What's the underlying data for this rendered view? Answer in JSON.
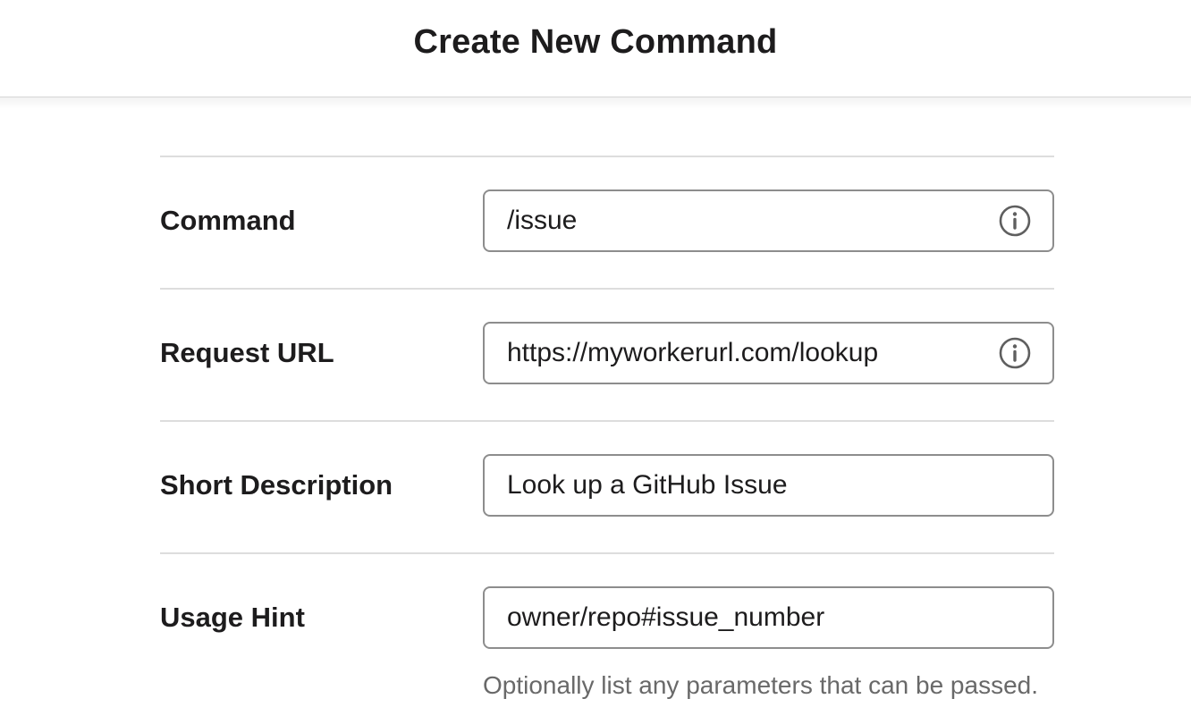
{
  "header": {
    "title": "Create New Command"
  },
  "form": {
    "fields": [
      {
        "label": "Command",
        "value": "/issue",
        "has_info_icon": true
      },
      {
        "label": "Request URL",
        "value": "https://myworkerurl.com/lookup",
        "has_info_icon": true
      },
      {
        "label": "Short Description",
        "value": "Look up a GitHub Issue",
        "has_info_icon": false
      },
      {
        "label": "Usage Hint",
        "value": "owner/repo#issue_number",
        "has_info_icon": false
      }
    ],
    "usage_hint_helper": "Optionally list any parameters that can be passed."
  },
  "icons": {
    "info": "info-icon"
  },
  "colors": {
    "text": "#1d1c1d",
    "muted_text": "#696969",
    "input_border": "#8d8d8d",
    "divider": "#dddddd",
    "header_border": "#e2e2e2",
    "icon": "#5f5f5f"
  }
}
